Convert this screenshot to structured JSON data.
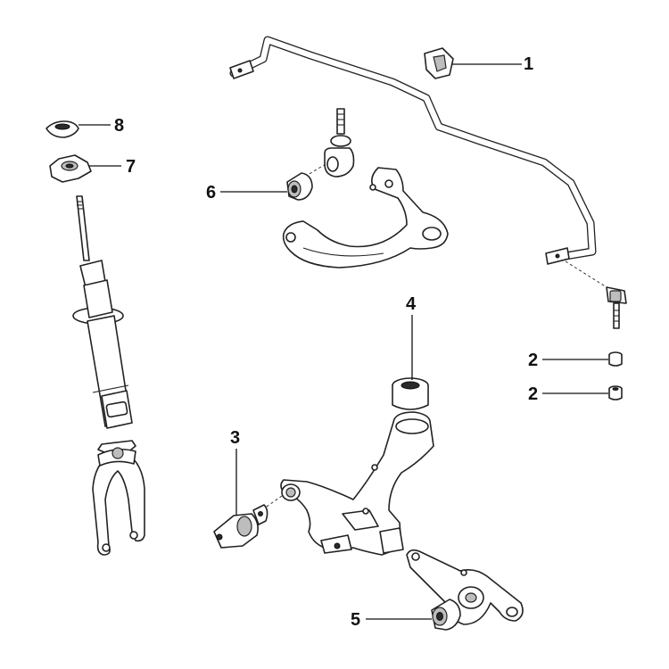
{
  "callouts": [
    {
      "id": "1",
      "label": "1"
    },
    {
      "id": "2a",
      "label": "2"
    },
    {
      "id": "2b",
      "label": "2"
    },
    {
      "id": "3",
      "label": "3"
    },
    {
      "id": "4",
      "label": "4"
    },
    {
      "id": "5",
      "label": "5"
    },
    {
      "id": "6",
      "label": "6"
    },
    {
      "id": "7",
      "label": "7"
    },
    {
      "id": "8",
      "label": "8"
    }
  ]
}
